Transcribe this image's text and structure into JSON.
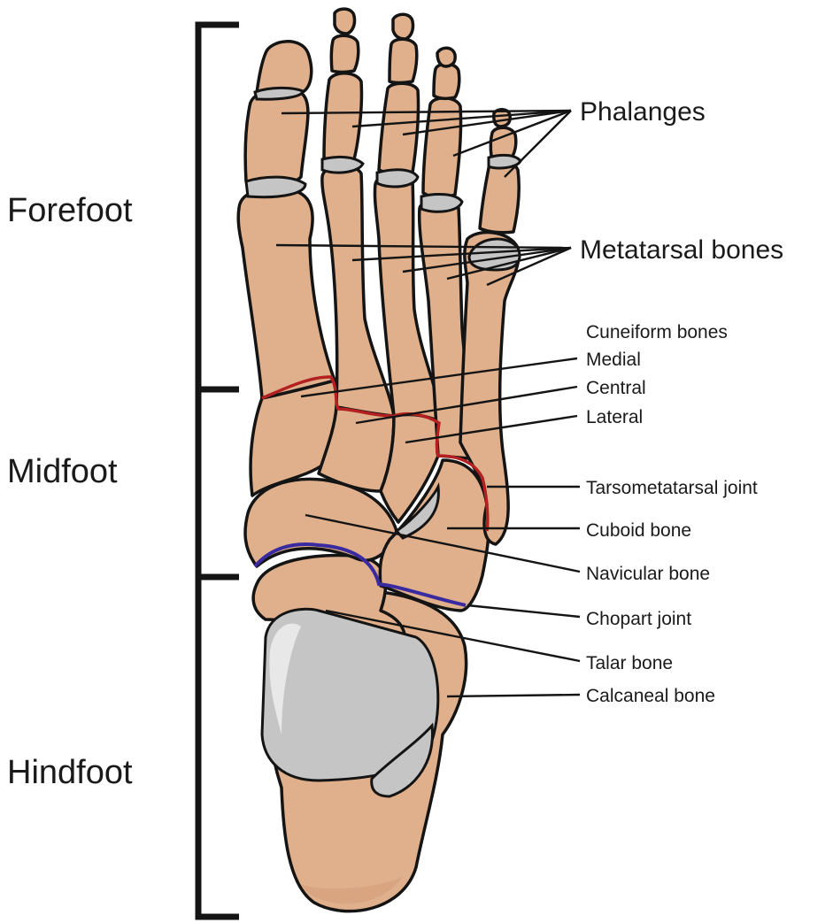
{
  "regions": {
    "forefoot": "Forefoot",
    "midfoot": "Midfoot",
    "hindfoot": "Hindfoot"
  },
  "labels": {
    "phalanges": "Phalanges",
    "metatarsal": "Metatarsal bones",
    "cuneiform_heading": "Cuneiform bones",
    "medial": "Medial",
    "central": "Central",
    "lateral": "Lateral",
    "tarsometatarsal": "Tarsometatarsal joint",
    "cuboid": "Cuboid bone",
    "navicular": "Navicular bone",
    "chopart": "Chopart joint",
    "talar": "Talar bone",
    "calcaneal": "Calcaneal bone"
  },
  "colors": {
    "bone": "#e0b08c",
    "cartilage": "#c5c5c5",
    "tarsometatarsal_joint": "#b32020",
    "chopart_joint": "#3a2aa0",
    "outline": "#141414"
  }
}
